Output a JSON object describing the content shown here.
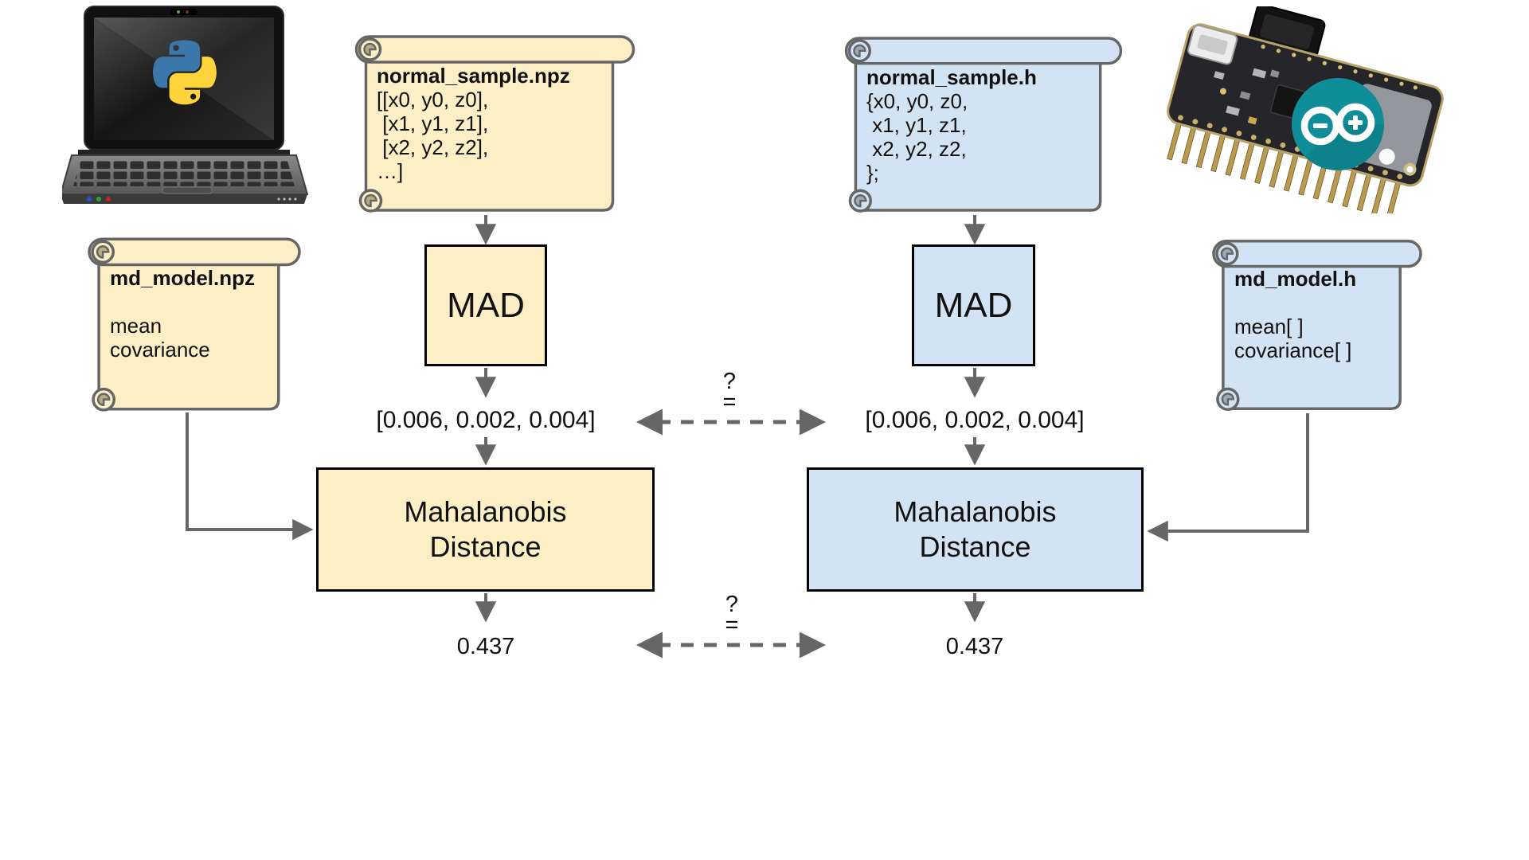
{
  "colors": {
    "python_fill": "#FCEFC6",
    "arduino_fill": "#D2E3F3",
    "outline_gray": "#666666",
    "box_border": "#000000",
    "arrow_gray": "#666666",
    "python_logo_blue": "#3B77A9",
    "python_logo_yellow": "#FFD43B",
    "arduino_logo_teal": "#0F8D98"
  },
  "pipelines": {
    "python": {
      "sample_file": {
        "title": "normal_sample.npz",
        "lines": [
          "[[x0, y0, z0],",
          " [x1, y1, z1],",
          " [x2, y2, z2],",
          "…]"
        ]
      },
      "model_file": {
        "title": "md_model.npz",
        "lines": [
          "",
          "mean",
          "covariance"
        ]
      },
      "mad_label": "MAD",
      "mad_output": "[0.006, 0.002, 0.004]",
      "distance_label": "Mahalanobis Distance",
      "distance_output": "0.437"
    },
    "arduino": {
      "sample_file": {
        "title": "normal_sample.h",
        "lines": [
          "{x0, y0, z0,",
          " x1, y1, z1,",
          " x2, y2, z2,",
          "};"
        ]
      },
      "model_file": {
        "title": "md_model.h",
        "lines": [
          "",
          "mean[ ]",
          "covariance[ ]"
        ]
      },
      "mad_label": "MAD",
      "mad_output": "[0.006, 0.002, 0.004]",
      "distance_label": "Mahalanobis Distance",
      "distance_output": "0.437"
    }
  },
  "comparisons": {
    "mad_outputs": {
      "question_mark": "?",
      "equals_sign": "="
    },
    "distance_outputs": {
      "question_mark": "?",
      "equals_sign": "="
    }
  },
  "illustrations": {
    "python_host": "laptop-with-python-logo",
    "arduino_device": "feather-board-with-arduino-logo"
  }
}
